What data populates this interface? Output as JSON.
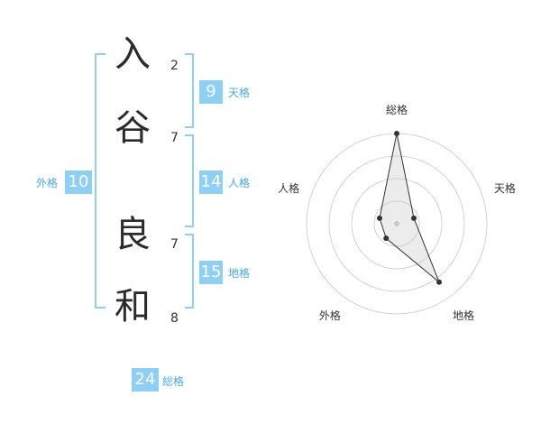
{
  "name": {
    "surname": [
      {
        "char": "入",
        "strokes": "2"
      },
      {
        "char": "谷",
        "strokes": "7"
      }
    ],
    "given": [
      {
        "char": "良",
        "strokes": "7"
      },
      {
        "char": "和",
        "strokes": "8"
      }
    ]
  },
  "fortune": {
    "tenkaku": {
      "value": "9",
      "label": "天格"
    },
    "jinkaku": {
      "value": "14",
      "label": "人格"
    },
    "chikaku": {
      "value": "15",
      "label": "地格"
    },
    "gaikaku": {
      "value": "10",
      "label": "外格"
    },
    "soukaku": {
      "value": "24",
      "label": "総格"
    }
  },
  "colors": {
    "accent": "#8ecff5",
    "accent_text": "#4aa9e3"
  },
  "chart_data": {
    "type": "radar",
    "axes": [
      "総格",
      "天格",
      "地格",
      "外格",
      "人格"
    ],
    "values": [
      5,
      1,
      4,
      1,
      1
    ],
    "max": 5,
    "rings": 4,
    "grid": true
  }
}
